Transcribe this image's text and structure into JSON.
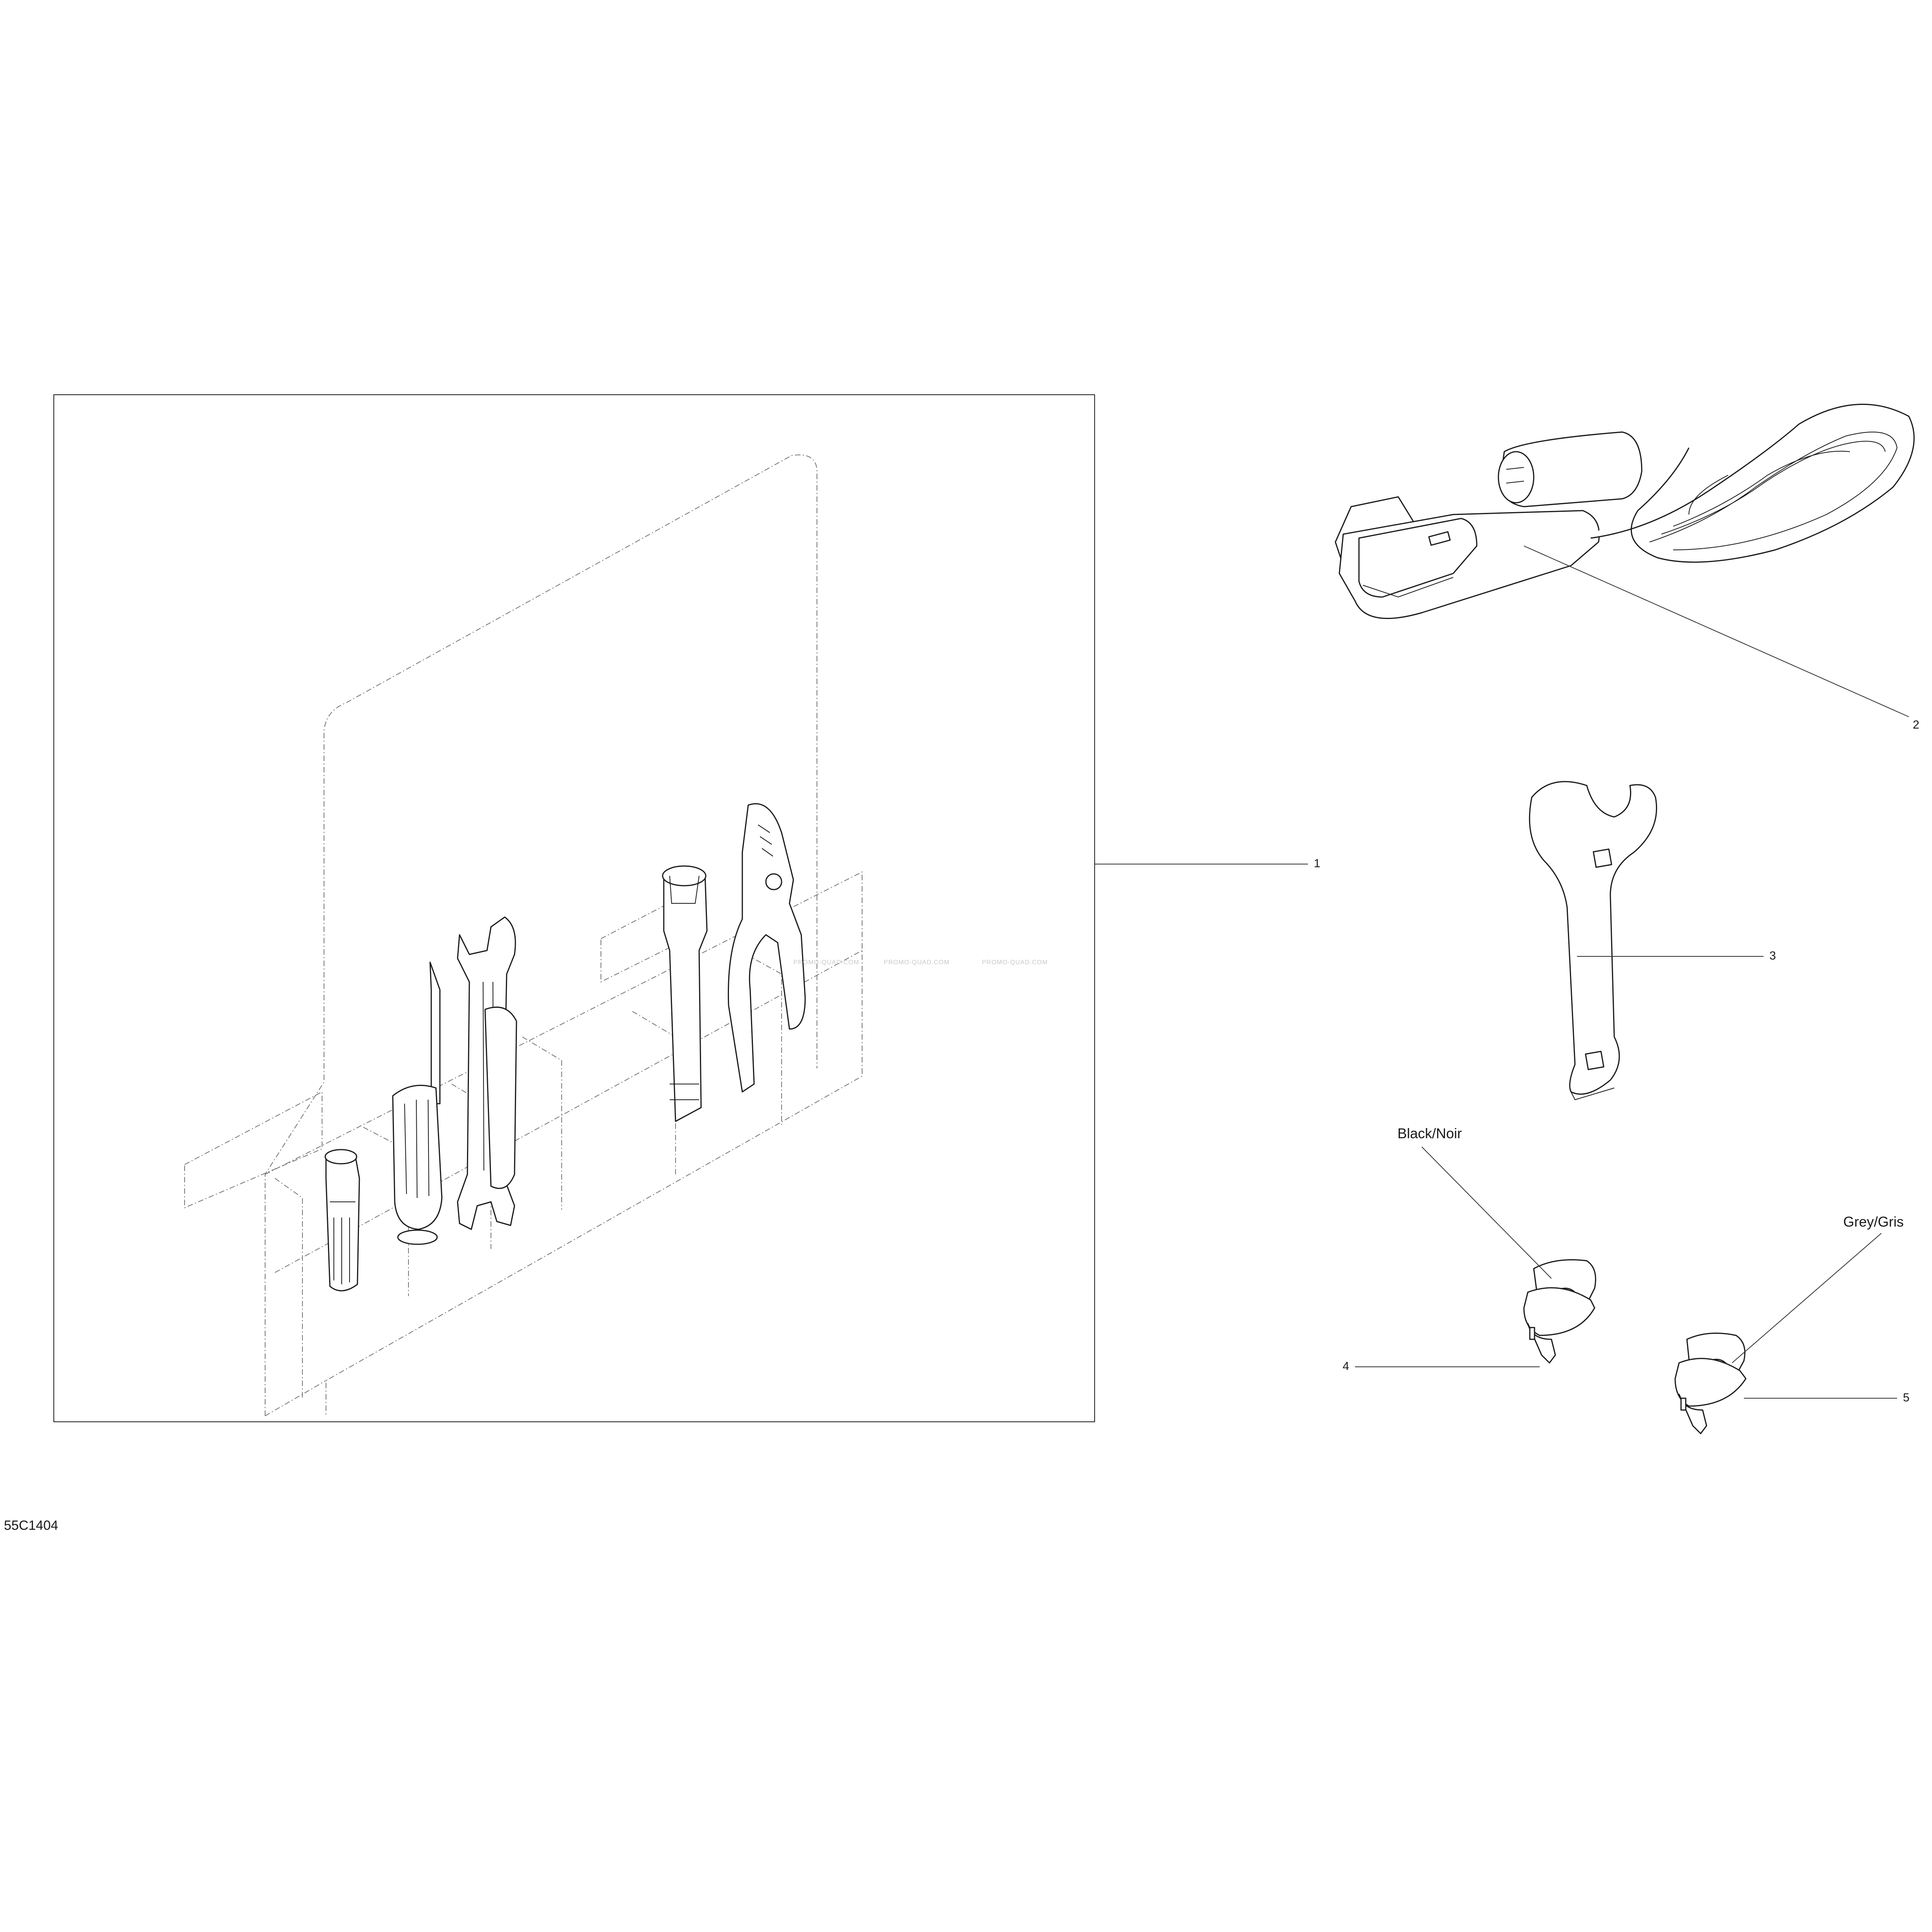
{
  "drawing_code": "55C1404",
  "watermark": "PROMO-QUAD.COM",
  "callouts": [
    {
      "id": "1",
      "label": "1"
    },
    {
      "id": "2",
      "label": "2"
    },
    {
      "id": "3",
      "label": "3"
    },
    {
      "id": "4",
      "label": "4"
    },
    {
      "id": "5",
      "label": "5"
    }
  ],
  "color_notes": {
    "black": "Black/Noir",
    "grey": "Grey/Gris"
  }
}
